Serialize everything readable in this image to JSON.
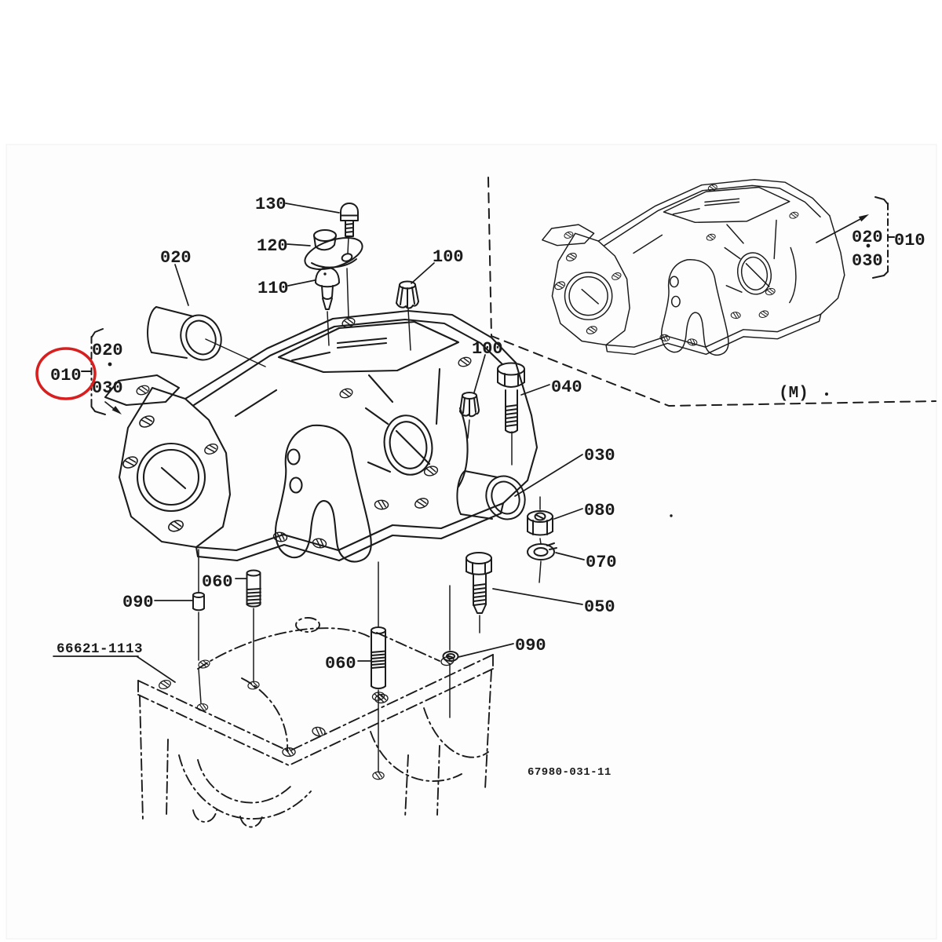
{
  "diagram": {
    "part_number": "66621-1113",
    "drawing_number": "67980-031-11",
    "variant_label": "(M)",
    "highlight_color": "#d81f1f",
    "line_color": "#1b1b1b",
    "callouts": {
      "c130": "130",
      "c120": "120",
      "c110": "110",
      "c100_top": "100",
      "c020": "020",
      "c100_mid": "100",
      "c040": "040",
      "c030": "030",
      "c080": "080",
      "c070": "070",
      "c050": "050",
      "c060_left": "060",
      "c090_left": "090",
      "c060_bottom": "060",
      "c090_right": "090"
    },
    "left_group": {
      "item_top": "020",
      "item_bottom": "030",
      "assembly": "010"
    },
    "right_group": {
      "item_top": "020",
      "item_bottom": "030",
      "assembly": "010"
    }
  }
}
